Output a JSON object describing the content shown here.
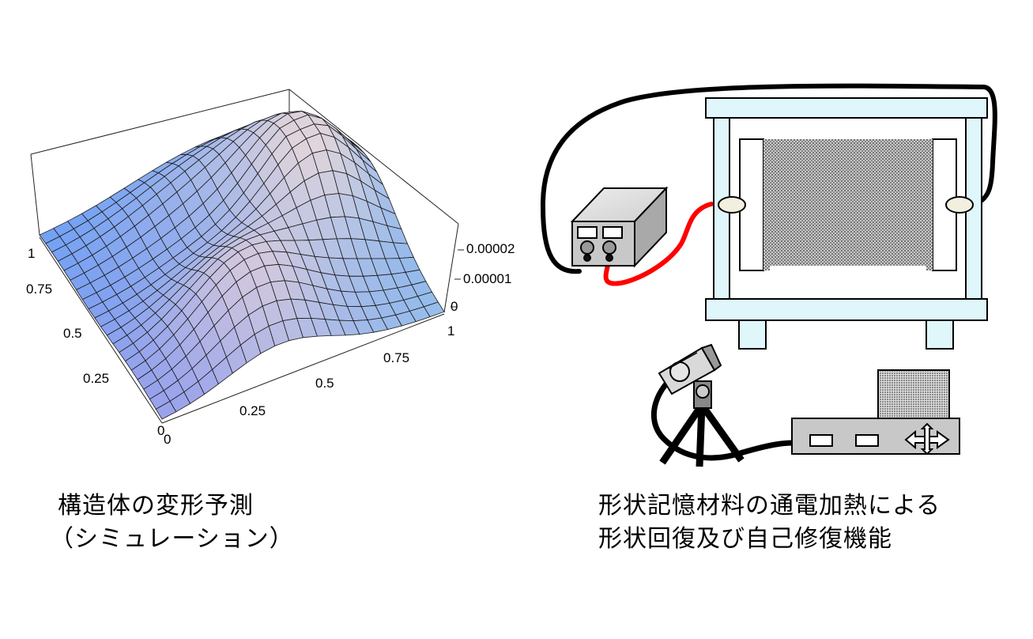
{
  "left_panel": {
    "caption_line1": "構造体の変形予測",
    "caption_line2": "（シミュレーション）",
    "plot": {
      "y_ticks": [
        "0",
        "0.25",
        "0.5",
        "0.75",
        "1"
      ],
      "x_ticks": [
        "0",
        "0.25",
        "0.5",
        "0.75",
        "1"
      ],
      "z_ticks": [
        "0",
        "0.00001",
        "0.00002"
      ]
    }
  },
  "right_panel": {
    "caption_line1": "形状記憶材料の通電加熱による",
    "caption_line2": "形状回復及び自己修復機能"
  },
  "colors": {
    "frame_fill": "#dff6fb",
    "wire_black": "#000000",
    "wire_red": "#ff0000",
    "device_gray": "#c8c8c8"
  }
}
